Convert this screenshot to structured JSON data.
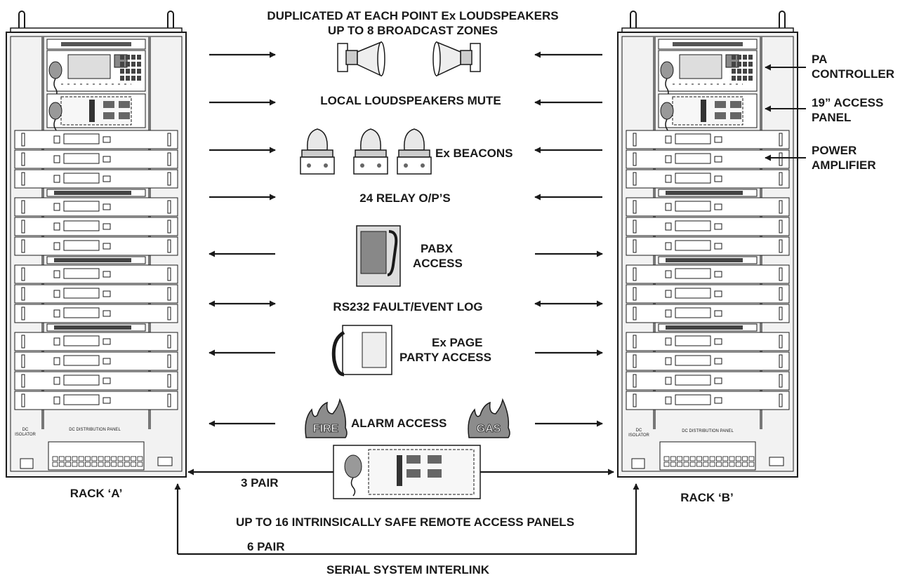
{
  "header": {
    "line1": "DUPLICATED AT EACH POINT Ex LOUDSPEAKERS",
    "line2": "UP TO 8 BROADCAST ZONES"
  },
  "center_labels": {
    "mute": "LOCAL LOUDSPEAKERS MUTE",
    "beacons": "Ex BEACONS",
    "relay": "24 RELAY O/P’S",
    "pabx_1": "PABX",
    "pabx_2": "ACCESS",
    "rs232": "RS232 FAULT/EVENT LOG",
    "page_1": "Ex PAGE",
    "page_2": "PARTY ACCESS",
    "alarm": "ALARM ACCESS",
    "fire": "FIRE",
    "gas": "GAS",
    "pair3": "3 PAIR",
    "remote": "UP TO 16 INTRINSICALLY SAFE REMOTE ACCESS PANELS",
    "pair6": "6 PAIR",
    "interlink": "SERIAL SYSTEM INTERLINK"
  },
  "racks": {
    "a_label": "RACK ‘A’",
    "b_label": "RACK ‘B’",
    "dc_isolator_1": "DC",
    "dc_isolator_2": "ISOLATOR",
    "dc_panel": "DC  DISTRIBUTION  PANEL"
  },
  "callouts": {
    "pa_1": "PA",
    "pa_2": "CONTROLLER",
    "access_1": "19” ACCESS",
    "access_2": "PANEL",
    "amp_1": "POWER",
    "amp_2": "AMPLIFIER"
  },
  "colors": {
    "ink": "#1a1a1a",
    "rack_fill": "#f2f2f2",
    "unit_fill": "#ffffff",
    "flame": "#8c8c8c"
  }
}
